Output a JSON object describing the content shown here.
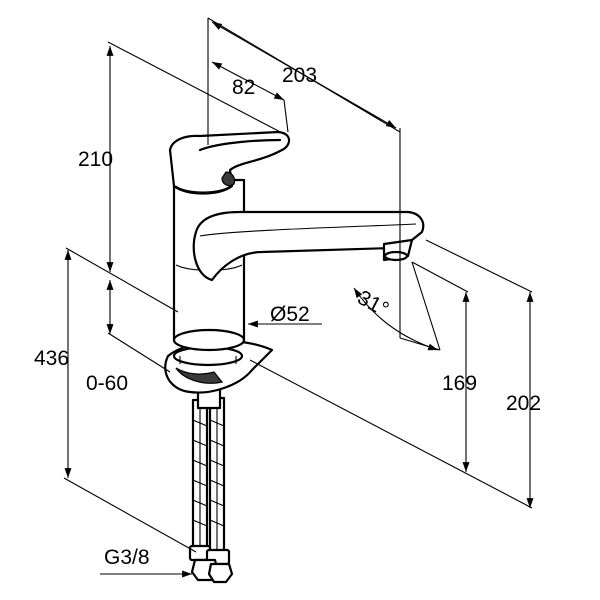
{
  "dimensions": {
    "spout_reach": "203",
    "lever_reach": "82",
    "lever_height": "210",
    "total_height": "436",
    "deck_thickness": "0-60",
    "base_diameter": "Ø52",
    "swivel_angle": "31°",
    "spout_clearance": "169",
    "spout_height": "202",
    "connection_thread": "G3/8"
  }
}
